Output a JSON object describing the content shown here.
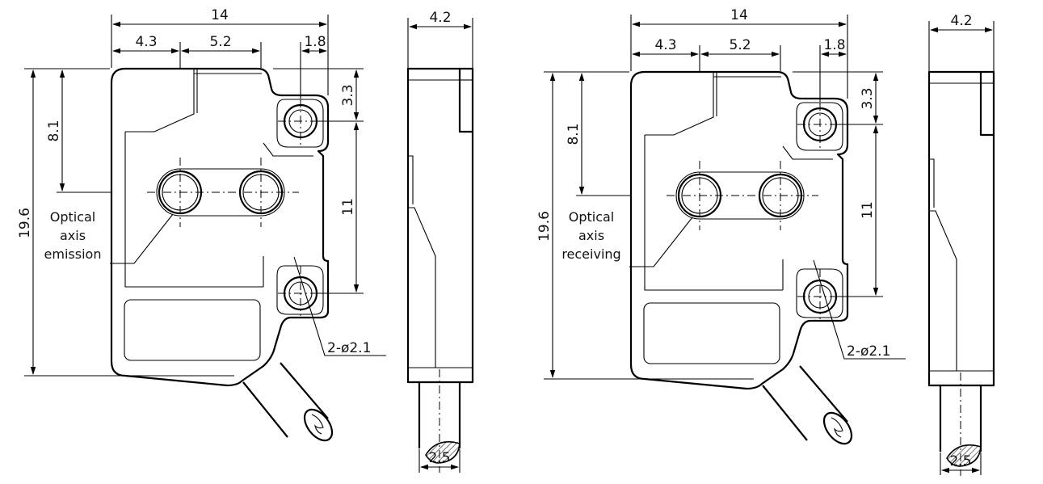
{
  "left_view": {
    "dims": {
      "width_total": "14",
      "axis_offset": "4.3",
      "axis_spacing": "5.2",
      "hole_offset": "1.8",
      "hole_top": "3.3",
      "axis_height": "8.1",
      "height_total": "19.6",
      "hole_spacing": "11",
      "holes": "2-ø2.1"
    },
    "callout": [
      "Optical",
      "axis",
      "emission"
    ]
  },
  "right_view": {
    "dims": {
      "width_total": "14",
      "axis_offset": "4.3",
      "axis_spacing": "5.2",
      "hole_offset": "1.8",
      "hole_top": "3.3",
      "axis_height": "8.1",
      "height_total": "19.6",
      "hole_spacing": "11",
      "holes": "2-ø2.1"
    },
    "callout": [
      "Optical",
      "axis",
      "receiving"
    ]
  },
  "left_side": {
    "thickness": "4.2",
    "cable": "2.5"
  },
  "right_side": {
    "thickness": "4.2",
    "cable": "2.5"
  }
}
